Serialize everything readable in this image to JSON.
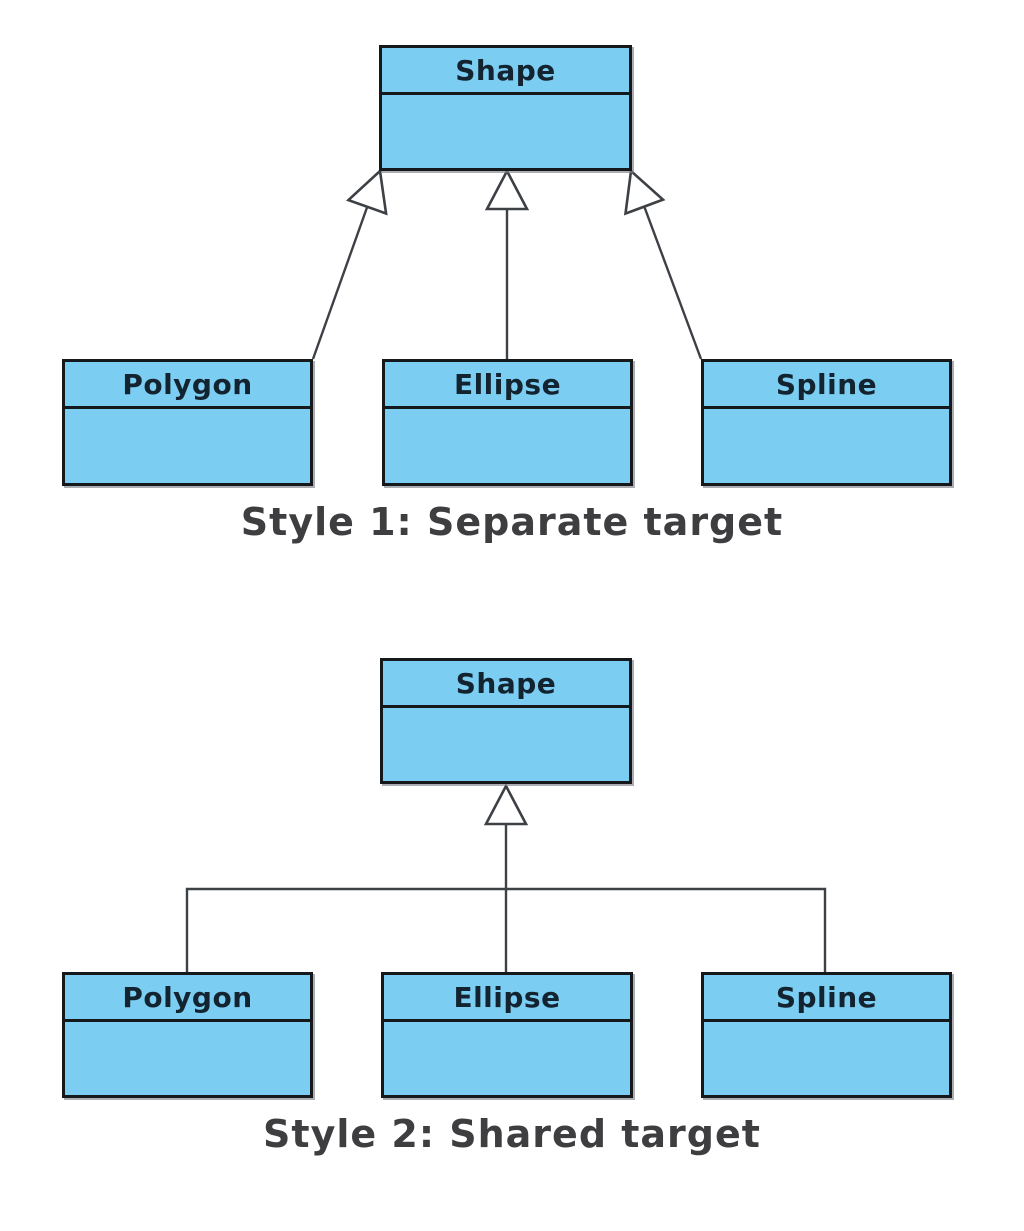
{
  "diagram": {
    "subject": "uml-generalization-arrow-styles",
    "colors": {
      "class_fill": "#7bcdf2",
      "class_border": "#15191c",
      "connector": "#3d4145",
      "arrowhead_fill": "#ffffff",
      "caption_text": "#3e3e41",
      "class_name_text": "#132430",
      "background": "#ffffff"
    },
    "style1": {
      "caption": "Style 1: Separate target",
      "parent": {
        "label": "Shape"
      },
      "children": [
        {
          "label": "Polygon"
        },
        {
          "label": "Ellipse"
        },
        {
          "label": "Spline"
        }
      ]
    },
    "style2": {
      "caption": "Style 2: Shared target",
      "parent": {
        "label": "Shape"
      },
      "children": [
        {
          "label": "Polygon"
        },
        {
          "label": "Ellipse"
        },
        {
          "label": "Spline"
        }
      ]
    }
  }
}
